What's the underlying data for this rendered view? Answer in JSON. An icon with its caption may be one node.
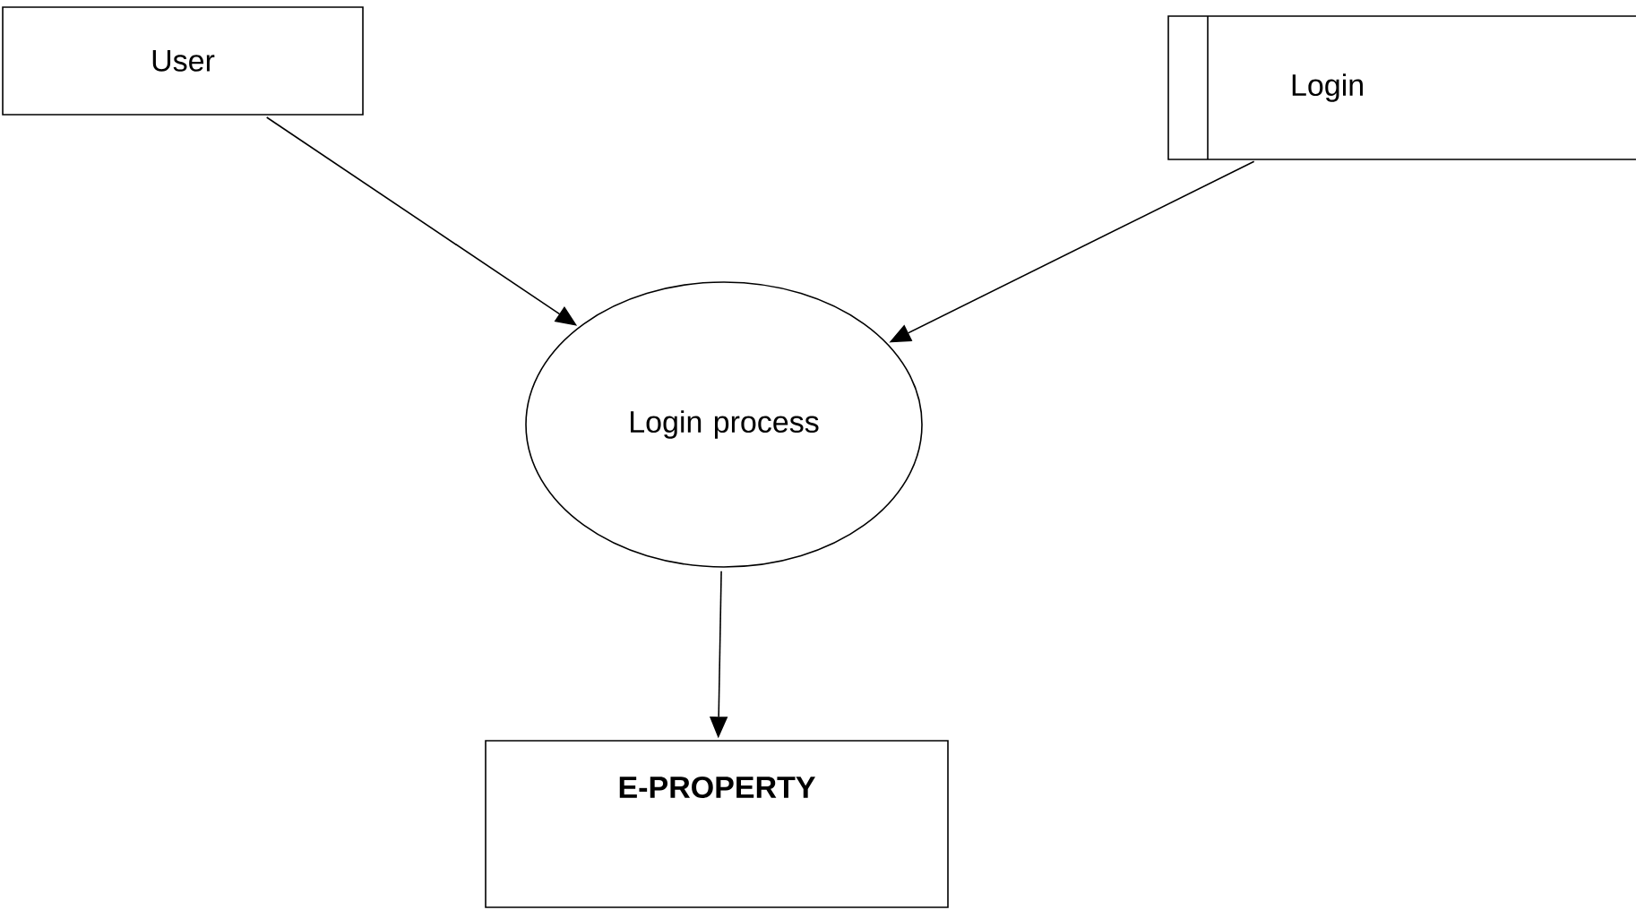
{
  "diagram": {
    "nodes": [
      {
        "text": [
          "User"
        ]
      },
      {
        "text": [
          "Login"
        ]
      },
      {
        "text": [
          "Login process"
        ]
      },
      {
        "text": [
          "E-PROPERTY"
        ]
      }
    ],
    "edges": [
      {
        "from": 0,
        "to": 2,
        "arrow": "to"
      },
      {
        "from": 1,
        "to": 2,
        "arrow": "to"
      },
      {
        "from": 2,
        "to": 3,
        "arrow": "to"
      }
    ]
  }
}
